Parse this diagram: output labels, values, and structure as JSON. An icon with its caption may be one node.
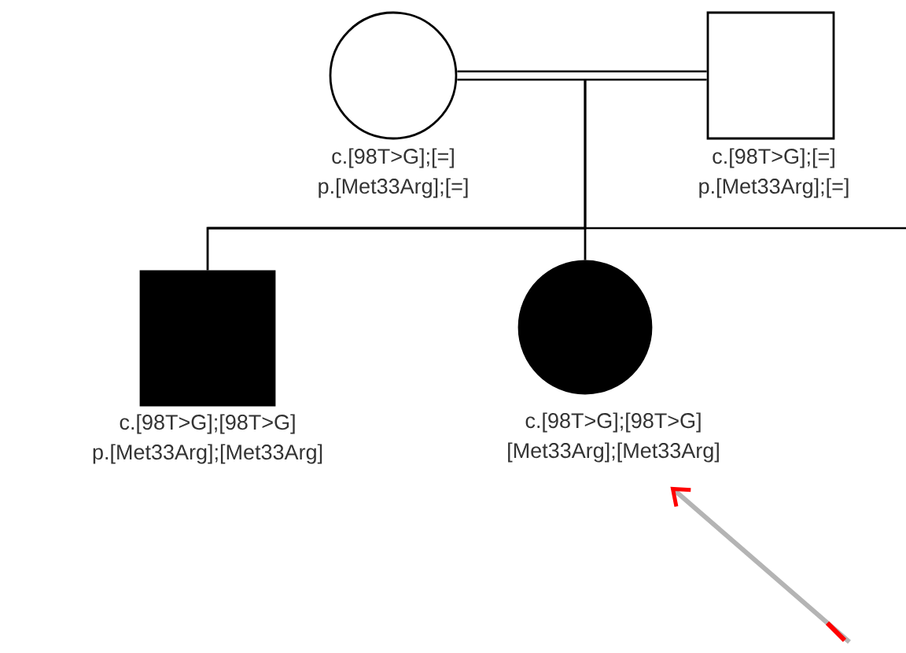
{
  "diagram": {
    "nodes": [
      {
        "text": [],
        "shape": "circle",
        "beside": [
          "c.[98T>G];[=]",
          "p.[Met33Arg];[=]"
        ]
      },
      {
        "text": [],
        "shape": "box",
        "beside": [
          "c.[98T>G];[=]",
          "p.[Met33Arg];[=]"
        ]
      },
      {
        "text": [],
        "shape": "box",
        "beside": [
          "c.[98T>G];[98T>G]",
          "p.[Met33Arg];[Met33Arg]"
        ]
      },
      {
        "text": [],
        "shape": "circle",
        "beside": [
          "c.[98T>G];[98T>G]",
          "[Met33Arg];[Met33Arg]"
        ]
      }
    ],
    "edges": [
      {
        "from": 0,
        "to": 1,
        "arrow": "none",
        "style": "thick"
      },
      {
        "from": null,
        "to": 2,
        "arrow": "none"
      },
      {
        "from": null,
        "to": 3,
        "arrow": "none"
      },
      {
        "from": null,
        "to": 3,
        "arrow": "to",
        "style": "thick",
        "color": "#b4b4b4"
      }
    ]
  }
}
